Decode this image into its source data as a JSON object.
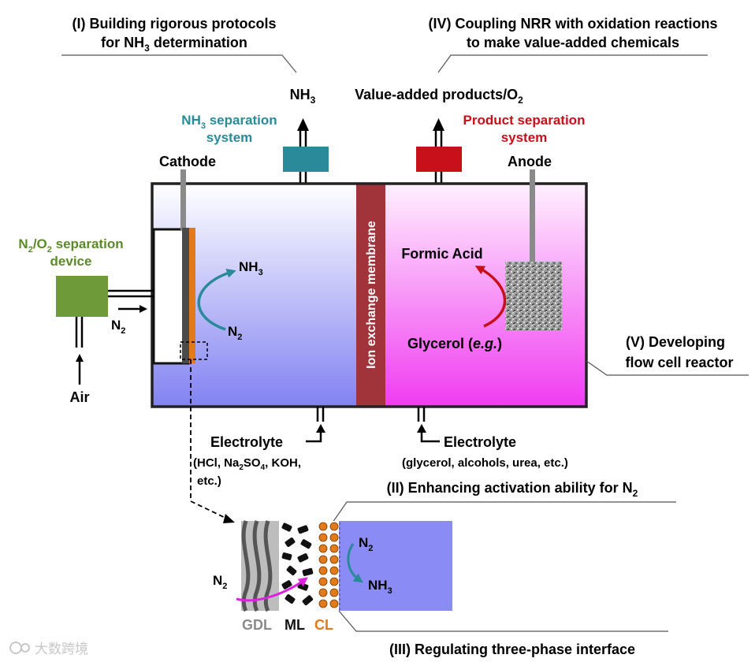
{
  "titles": {
    "protocols_line1": "(I) Building rigorous protocols",
    "protocols_line2a": "for NH",
    "protocols_line2_sub": "3",
    "protocols_line2b": " determination",
    "coupling_line1": "(IV) Coupling NRR with oxidation reactions",
    "coupling_line2": "to make value-added chemicals",
    "activation_a": "(II) Enhancing activation ability for N",
    "activation_sub": "2",
    "interface": "(III) Regulating three-phase interface",
    "reactor_line1": "(V) Developing",
    "reactor_line2": "flow cell reactor"
  },
  "top": {
    "nh3_main": "NH",
    "nh3_sub": "3",
    "products_a": "Value-added products/O",
    "products_sub": "2"
  },
  "separation": {
    "nh3_line1a": "NH",
    "nh3_line1_sub": "3",
    "nh3_line1b": " separation",
    "nh3_line2": "system",
    "product_line1": "Product separation",
    "product_line2": "system",
    "n2o2_line1a": "N",
    "n2o2_line1_sub1": "2",
    "n2o2_line1b": "/O",
    "n2o2_line1_sub2": "2",
    "n2o2_line1c": " separation",
    "n2o2_line2": "device"
  },
  "electrodes": {
    "cathode": "Cathode",
    "anode": "Anode"
  },
  "cell": {
    "membrane": "Ion exchange membrane",
    "nh3_main": "NH",
    "nh3_sub": "3",
    "n2_main": "N",
    "n2_sub": "2",
    "formic": "Formic Acid",
    "glycerol": "Glycerol (",
    "glycerol_eg": "e.g.",
    "glycerol_close": ")"
  },
  "inputs": {
    "n2_main": "N",
    "n2_sub": "2",
    "air": "Air",
    "electrolyte_left": "Electrolyte",
    "electrolyte_left_l2a": "(HCl, Na",
    "electrolyte_left_l2_sub1": "2",
    "electrolyte_left_l2b": "SO",
    "electrolyte_left_l2_sub2": "4",
    "electrolyte_left_l2c": ", KOH,",
    "electrolyte_left_l3": "etc.)",
    "electrolyte_right": "Electrolyte",
    "electrolyte_right_l2": "(glycerol, alcohols, urea, etc.)"
  },
  "zoom": {
    "n2_in_main": "N",
    "n2_in_sub": "2",
    "n2_out_main": "N",
    "n2_out_sub": "2",
    "nh3_main": "NH",
    "nh3_sub": "3",
    "gdl": "GDL",
    "ml": "ML",
    "cl": "CL"
  },
  "watermark": "大数跨境",
  "colors": {
    "teal": "#2a8a9a",
    "red": "#c8101a",
    "green": "#6e9a3a",
    "green_text": "#5c8a2a",
    "orange": "#e07a1a",
    "membrane": "#a0343a",
    "cathode_grad_top": "#ffffff",
    "cathode_grad_bottom": "#8080f0",
    "anode_grad_top": "#ffffff",
    "anode_grad_bottom": "#f040f0"
  }
}
